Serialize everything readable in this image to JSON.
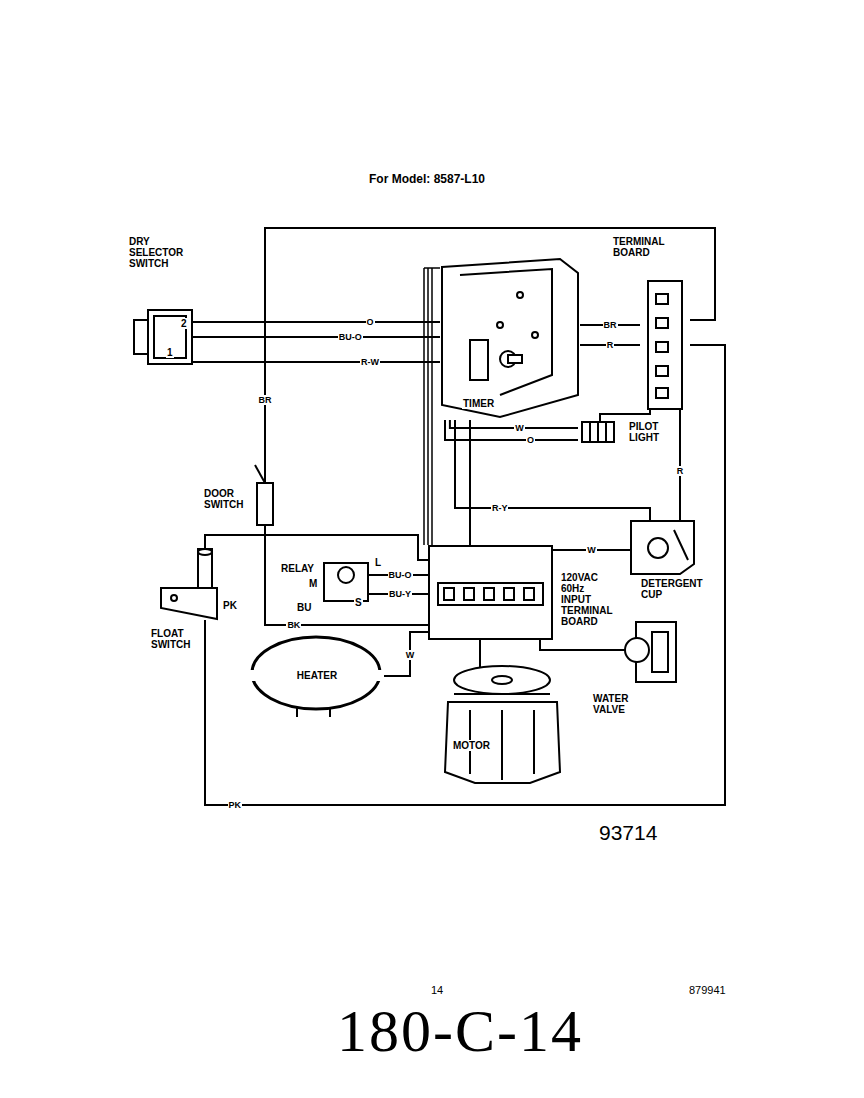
{
  "diagram": {
    "title": "For Model: 8587-L10",
    "nodes": [
      {
        "text": [
          "DRY SELECTOR SWITCH",
          "2",
          "1"
        ]
      },
      {
        "text": [
          "TIMER"
        ]
      },
      {
        "text": [
          "TERMINAL BOARD"
        ]
      },
      {
        "text": [
          "PILOT LIGHT"
        ]
      },
      {
        "text": [
          "DOOR SWITCH"
        ]
      },
      {
        "text": [
          "RELAY",
          "L",
          "M",
          "S"
        ]
      },
      {
        "text": [
          "120VAC 60Hz INPUT TERMINAL BOARD"
        ]
      },
      {
        "text": [
          "DETERGENT CUP"
        ]
      },
      {
        "text": [
          "FLOAT SWITCH"
        ]
      },
      {
        "text": [
          "HEATER"
        ]
      },
      {
        "text": [
          "MOTOR"
        ]
      },
      {
        "text": [
          "WATER VALVE"
        ]
      }
    ],
    "edges": [
      {
        "from": 0,
        "to": 1,
        "label": "O",
        "arrow": "none"
      },
      {
        "from": 0,
        "to": 1,
        "label": "BU-O",
        "arrow": "none"
      },
      {
        "from": 0,
        "to": 1,
        "label": "R-W",
        "arrow": "none"
      },
      {
        "from": 1,
        "to": 2,
        "label": "BR",
        "arrow": "none"
      },
      {
        "from": 1,
        "to": 2,
        "label": "R",
        "arrow": "none"
      },
      {
        "from": 1,
        "to": 3,
        "label": "W",
        "arrow": "none"
      },
      {
        "from": 1,
        "to": 3,
        "label": "O",
        "arrow": "none"
      },
      {
        "from": 3,
        "to": 2,
        "arrow": "none"
      },
      {
        "from": 4,
        "to": 2,
        "label": "BR",
        "arrow": "none"
      },
      {
        "from": 1,
        "to": 7,
        "label": "R-Y",
        "arrow": "none"
      },
      {
        "from": 2,
        "to": 7,
        "label": "R",
        "arrow": "none"
      },
      {
        "from": 4,
        "to": 6,
        "label": "BK",
        "arrow": "none"
      },
      {
        "from": 5,
        "to": 6,
        "label": "BU-O",
        "arrow": "none"
      },
      {
        "from": 5,
        "to": 6,
        "label": "BU-Y",
        "arrow": "none"
      },
      {
        "from": 8,
        "to": 6,
        "arrow": "none"
      },
      {
        "from": 8,
        "to": 2,
        "label": "PK",
        "arrow": "none"
      },
      {
        "from": 1,
        "to": 6,
        "arrow": "none"
      },
      {
        "from": 9,
        "to": 6,
        "label": "W",
        "arrow": "none"
      },
      {
        "from": 10,
        "to": 6,
        "arrow": "none"
      },
      {
        "from": 7,
        "to": 6,
        "label": "W",
        "arrow": "none"
      },
      {
        "from": 11,
        "to": 6,
        "arrow": "none"
      }
    ],
    "labels": [
      "PK",
      "BU",
      "93714",
      "14",
      "879941",
      "180-C-14"
    ]
  }
}
